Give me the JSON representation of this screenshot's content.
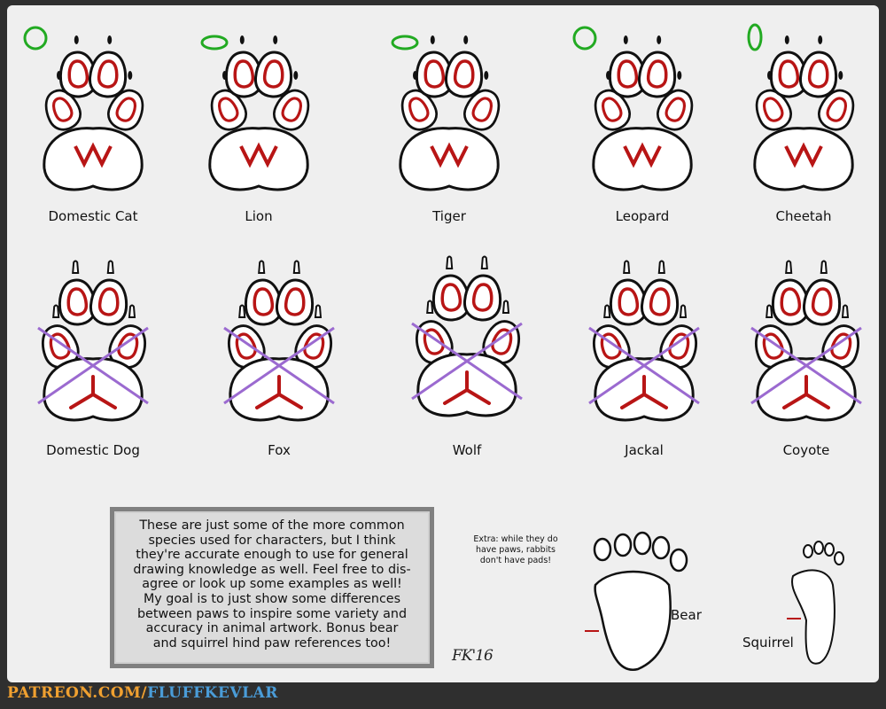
{
  "paws": [
    {
      "label": "Domestic Cat",
      "marker": "circle"
    },
    {
      "label": "Lion",
      "marker": "oval-h"
    },
    {
      "label": "Tiger",
      "marker": "oval-h"
    },
    {
      "label": "Leopard",
      "marker": "circle"
    },
    {
      "label": "Cheetah",
      "marker": "oval-v"
    },
    {
      "label": "Domestic Dog",
      "marker": "none"
    },
    {
      "label": "Fox",
      "marker": "none"
    },
    {
      "label": "Wolf",
      "marker": "none"
    },
    {
      "label": "Jackal",
      "marker": "none"
    },
    {
      "label": "Coyote",
      "marker": "none"
    }
  ],
  "note": {
    "lines": [
      "These are just some of the more common",
      "species used for characters, but I think",
      "they're accurate enough to use for general",
      "drawing knowledge as well. Feel free to dis-",
      "agree or look up some examples as well!",
      "My goal is to just show some differences",
      "between paws to inspire some variety and",
      "accuracy in animal artwork. Bonus bear",
      "and squirrel hind paw references too!"
    ]
  },
  "extra": {
    "lines": [
      "Extra: while they do",
      "have paws, rabbits",
      "don't have pads!"
    ]
  },
  "bear_label": "Bear",
  "squirrel_label": "Squirrel",
  "signature": "FK'16",
  "footer": {
    "part1": "PATREON.COM/",
    "part2": "FLUFFKEVLAR"
  },
  "colors": {
    "pad_red": "#b81515",
    "marker_green": "#22aa22",
    "cross_purple": "#9b6ad0"
  }
}
